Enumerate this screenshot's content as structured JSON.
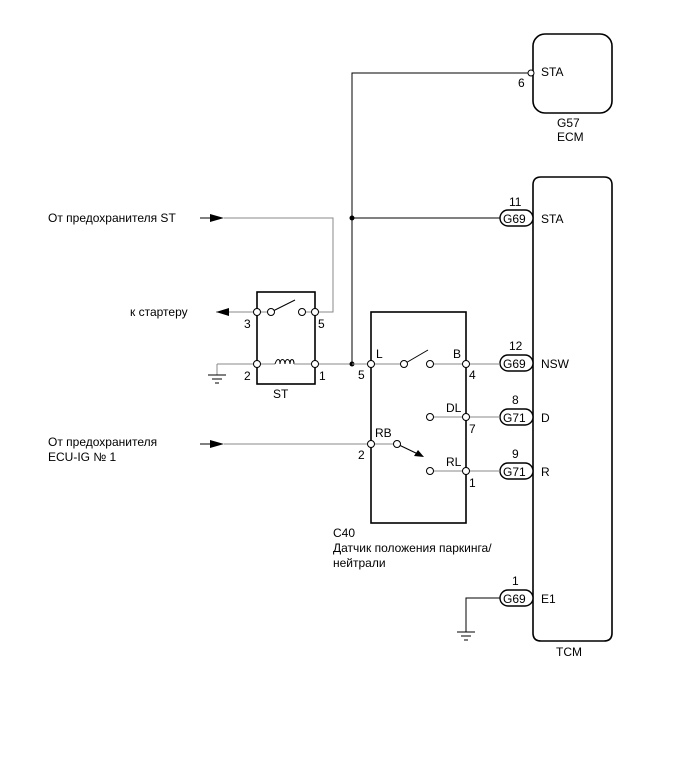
{
  "ecm": {
    "connector": "G57",
    "name": "ECM",
    "pin_label": "STA",
    "pin_number": "6"
  },
  "tcm": {
    "name": "TCM",
    "pins": [
      {
        "connector": "G69",
        "number": "11",
        "label": "STA"
      },
      {
        "connector": "G69",
        "number": "12",
        "label": "NSW"
      },
      {
        "connector": "G71",
        "number": "8",
        "label": "D"
      },
      {
        "connector": "G71",
        "number": "9",
        "label": "R"
      },
      {
        "connector": "G69",
        "number": "1",
        "label": "E1"
      }
    ]
  },
  "st_relay": {
    "name": "ST",
    "pins": {
      "p1": "1",
      "p2": "2",
      "p3": "3",
      "p5": "5"
    }
  },
  "pnp_switch": {
    "connector": "C40",
    "name_line1": "Датчик положения паркинга/",
    "name_line2": "нейтрали",
    "terminals": {
      "L": "L",
      "B": "B",
      "DL": "DL",
      "RB": "RB",
      "RL": "RL"
    },
    "pins": {
      "p5": "5",
      "p4": "4",
      "p7": "7",
      "p2": "2",
      "p1": "1"
    }
  },
  "labels": {
    "from_fuse_st": "От предохранителя ST",
    "to_starter": "к стартеру",
    "from_fuse_ecu_line1": "От предохранителя",
    "from_fuse_ecu_line2": "ECU-IG № 1"
  }
}
